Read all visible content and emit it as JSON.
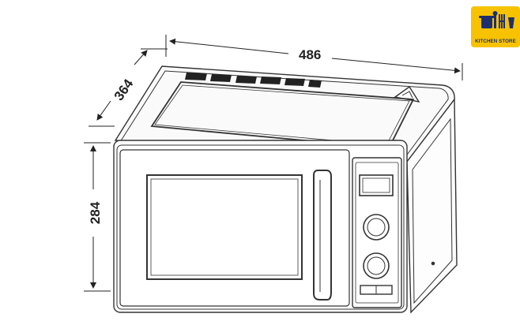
{
  "dimensions": {
    "width": "486",
    "depth": "364",
    "height": "284"
  },
  "logo": {
    "text": "KITCHEN STORE",
    "background_color": "#f7c300",
    "icon_color": "#1d2f6f",
    "icon": "cookware-utensils-icon"
  },
  "drawing": {
    "line_color": "#333333",
    "subject": "microwave-oven-line-drawing"
  }
}
